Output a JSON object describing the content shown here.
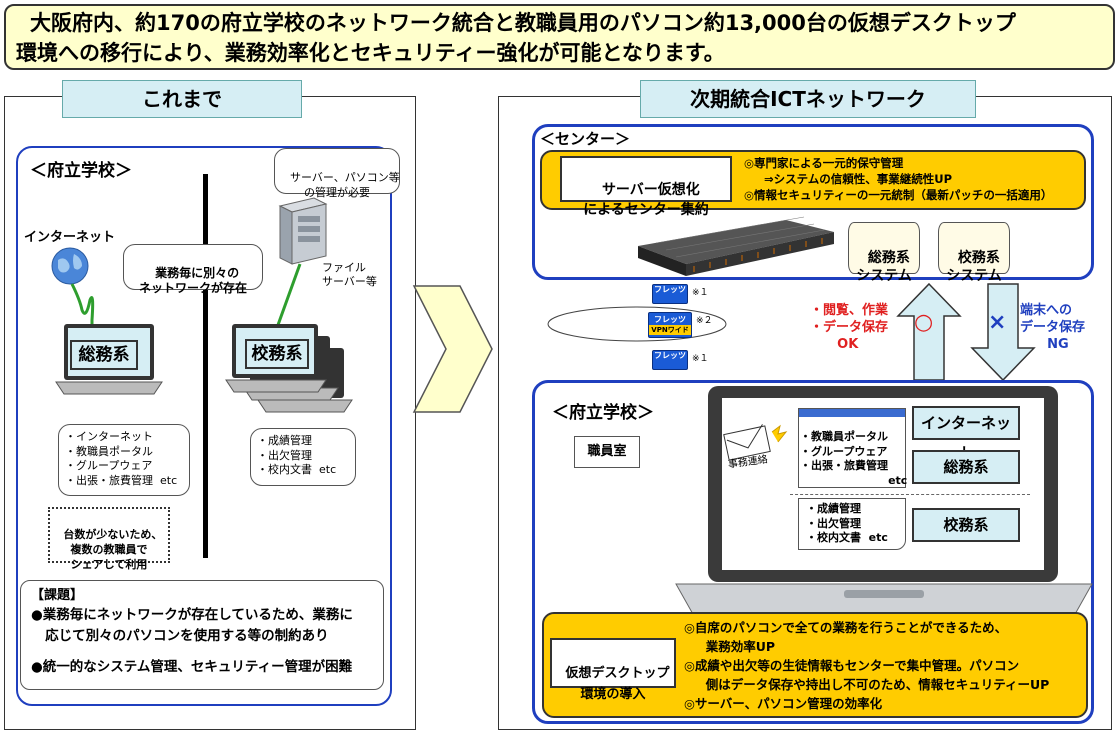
{
  "banner": {
    "line1": "大阪府内、約170の府立学校のネットワーク統合と教職員用のパソコン約13,000台の仮想デスクトップ",
    "line2": "環境への移行により、業務効率化とセキュリティー強化が可能となります。"
  },
  "left": {
    "title": "これまで",
    "school_label": "＜府立学校＞",
    "server_callout": "サーバー、パソコン等\nの管理が必要",
    "file_server_label": "ファイル\nサーバー等",
    "internet_label": "インターネット",
    "network_callout": "業務毎に別々の\nネットワークが存在",
    "soumu_label": "総務系",
    "koumu_label": "校務系",
    "soumu_list": "・インターネット\n・教職員ポータル\n・グループウェア\n・出張・旅費管理  etc",
    "koumu_list": "・成績管理\n・出欠管理\n・校内文書  etc",
    "shared_note": "台数が少ないため、\n複数の教職員で\nシェアして利用",
    "issues_title": "【課題】",
    "issue1": "●業務毎にネットワークが存在しているため、業務に\n   応じて別々のパソコンを使用する等の制約あり",
    "issue2": "●統一的なシステム管理、セキュリティー管理が困難"
  },
  "right": {
    "title": "次期統合ICTネットワーク",
    "center_label": "＜センター＞",
    "server_virtual": "サーバー仮想化\nによるセンター集約",
    "center_points": "◎専門家による一元的保守管理\n     ⇒システムの信頼性、事業継続性UP\n◎情報セキュリティーの一元統制（最新パッチの一括適用）",
    "system1": "総務系\nシステム",
    "system2": "校務系\nシステム",
    "flets_top_note": "※１",
    "flets_mid_note": "※２",
    "flets_bottom_note": "※１",
    "flets_text": "フレッツ",
    "flets_vpn": "VPNワイド",
    "ok_text": "・閲覧、作業\n・データ保存\n      OK",
    "ok_mark": "○",
    "ng_mark": "×",
    "ng_text": "端末への\nデータ保存\n      NG",
    "school_label": "＜府立学校＞",
    "staff_room": "職員室",
    "mail_label": "事務連絡",
    "list_a": "・教職員ポータル\n・グループウェア\n・出張・旅費管理\n                       etc",
    "list_b": "・成績管理\n・出欠管理\n・校内文書  etc",
    "btn_internet": "インターネット",
    "btn_soumu": "総務系",
    "btn_koumu": "校務系",
    "vdi_label": "仮想デスクトップ\n環境の導入",
    "vdi_points": "◎自席のパソコンで全ての業務を行うことができるため、\n     業務効率UP\n◎成績や出欠等の生徒情報もセンターで集中管理。パソコン\n     側はデータ保存や持出し不可のため、情報セキュリティーUP\n◎サーバー、パソコン管理の効率化"
  },
  "colors": {
    "banner_bg": "#ffffcc",
    "blue_border": "#1f3fbf",
    "label_bg": "#d6eef4",
    "yellow": "#ffcc00",
    "ok_red": "#e02020",
    "ng_blue": "#1f3fbf",
    "arrow_fill": "#d6eef4"
  }
}
